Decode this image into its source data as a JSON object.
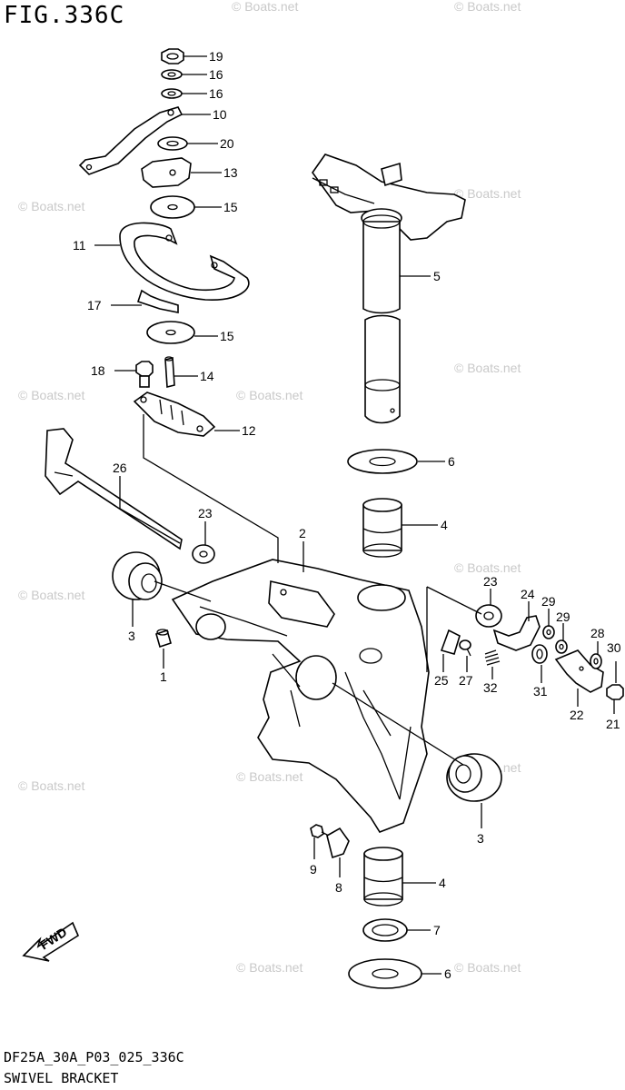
{
  "figure": {
    "title": "FIG.336C",
    "code": "DF25A_30A_P03_025_336C",
    "name": "SWIVEL BRACKET"
  },
  "watermark": "© Boats.net",
  "fwd_label": "FWD",
  "callouts": [
    "19",
    "16",
    "16",
    "10",
    "20",
    "13",
    "15",
    "11",
    "17",
    "15",
    "18",
    "14",
    "12",
    "5",
    "6",
    "4",
    "26",
    "23",
    "2",
    "3",
    "1",
    "23",
    "24",
    "29",
    "29",
    "28",
    "30",
    "25",
    "27",
    "32",
    "31",
    "22",
    "21",
    "3",
    "9",
    "8",
    "4",
    "7",
    "6"
  ]
}
